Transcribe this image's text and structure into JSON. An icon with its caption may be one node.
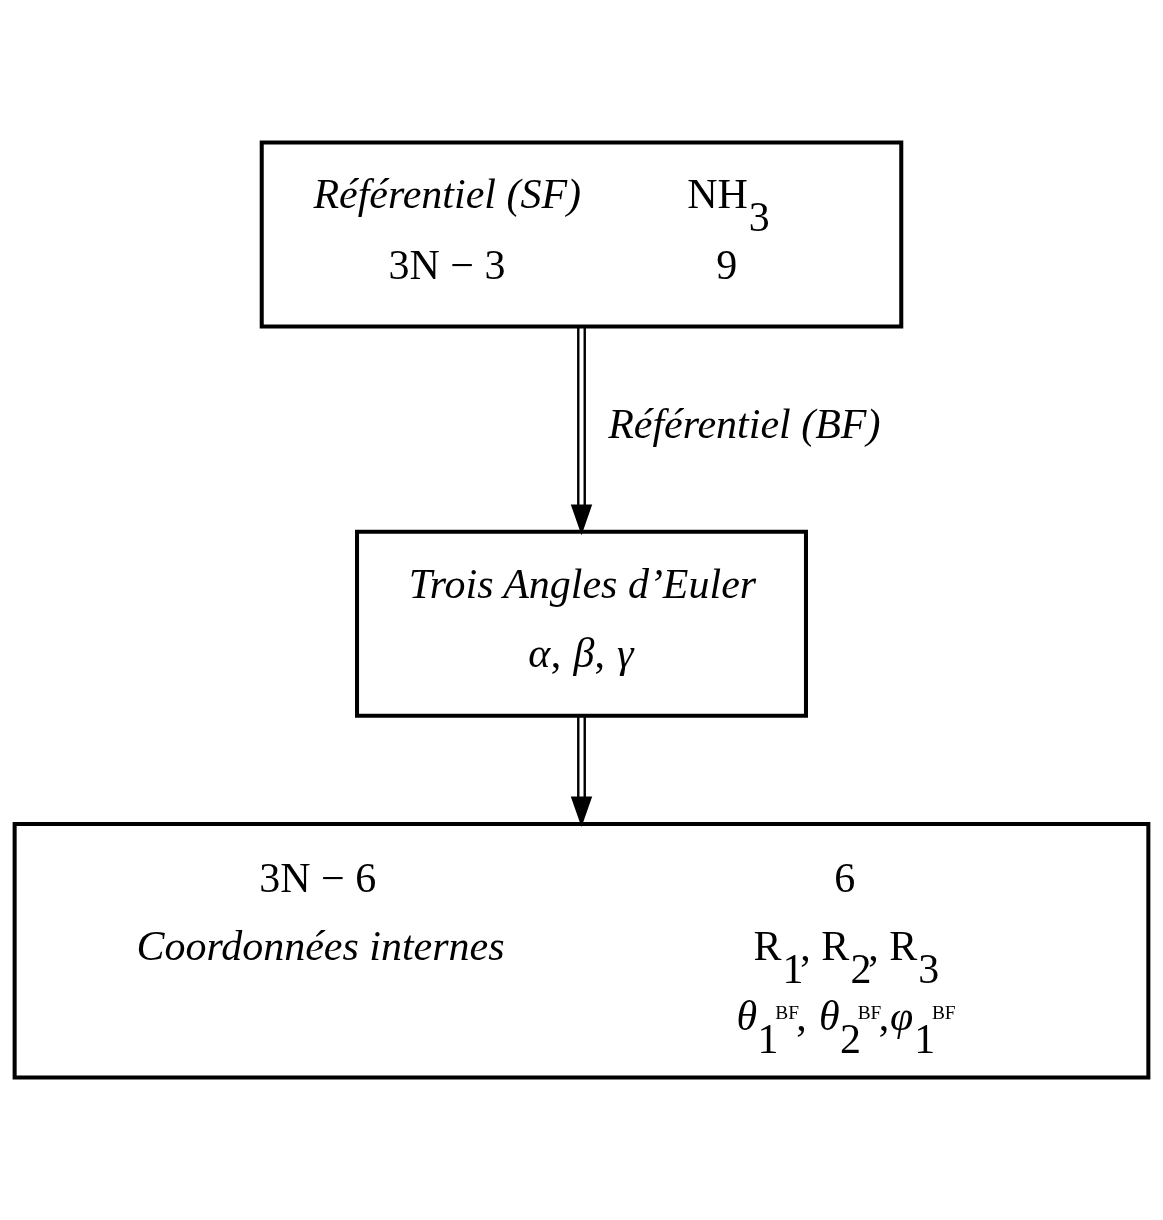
{
  "diagram": {
    "nodes": [
      {
        "text": [
          "Référentiel (SF)",
          "NH$_{3}$",
          "3N − 3",
          "9"
        ]
      },
      {
        "text": [
          "Trois Angles d’Euler",
          "*α*, *β*, *γ*"
        ]
      },
      {
        "text": [
          "3N − 6",
          "6",
          "Coordonnées internes",
          "R$_{1}$, R$_{2}$, R$_{3}$",
          "*θ*$_{1}$$^{BF}$, *θ*$_{2}$$^{BF}$,*φ*$_{1}$$^{BF}$"
        ]
      }
    ],
    "edges": [
      {
        "from": 0,
        "to": 1,
        "arrow": "to",
        "label": "Référentiel (BF)"
      },
      {
        "from": 1,
        "to": 2,
        "arrow": "to"
      }
    ]
  }
}
